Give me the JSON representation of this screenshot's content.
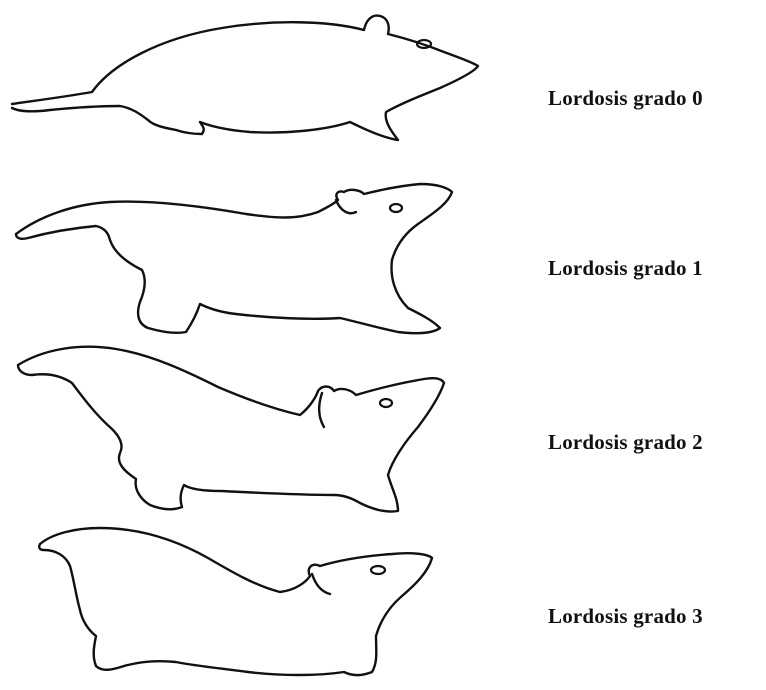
{
  "figure": {
    "rows": [
      {
        "label": "Lordosis grado 0",
        "icon": "rat-standing-icon"
      },
      {
        "label": "Lordosis grado 1",
        "icon": "rat-slight-lordosis-icon"
      },
      {
        "label": "Lordosis grado 2",
        "icon": "rat-moderate-lordosis-icon"
      },
      {
        "label": "Lordosis grado 3",
        "icon": "rat-full-lordosis-icon"
      }
    ]
  }
}
